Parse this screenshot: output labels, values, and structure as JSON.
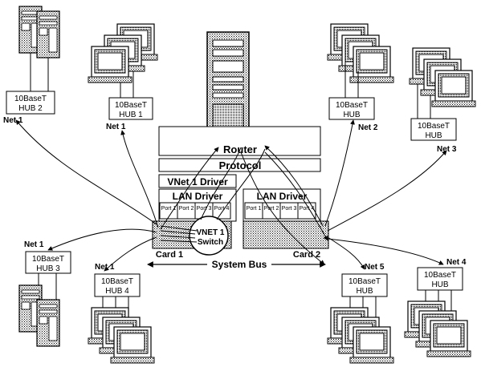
{
  "components": {
    "router": "Router",
    "protocol": "Protocol",
    "vnet_driver": "VNet 1  Driver",
    "lan_driver_1": "LAN Driver",
    "lan_driver_2": "LAN Driver",
    "vnet_switch_line1": "VNET 1",
    "vnet_switch_line2": "Switch",
    "card_1": "Card 1",
    "card_2": "Card 2",
    "system_bus": "System Bus"
  },
  "ports": [
    "Port 1",
    "Port 2",
    "Port 3",
    "Port 4"
  ],
  "hubs": {
    "hub2": {
      "line1": "10BaseT",
      "line2": "HUB 2"
    },
    "hub1": {
      "line1": "10BaseT",
      "line2": "HUB 1"
    },
    "hub_tr1": {
      "line1": "10BaseT",
      "line2": "HUB"
    },
    "hub_tr2": {
      "line1": "10BaseT",
      "line2": "HUB"
    },
    "hub3": {
      "line1": "10BaseT",
      "line2": "HUB 3"
    },
    "hub4": {
      "line1": "10BaseT",
      "line2": "HUB 4"
    },
    "hub_br1": {
      "line1": "10BaseT",
      "line2": "HUB"
    },
    "hub_br2": {
      "line1": "10BaseT",
      "line2": "HUB"
    }
  },
  "nets": {
    "net1_top_left": "Net 1",
    "net1_top": "Net 1",
    "net2": "Net 2",
    "net3": "Net 3",
    "net1_mid_left": "Net 1",
    "net1_bottom_left": "Net 1",
    "net5": "Net 5",
    "net4": "Net 4"
  }
}
